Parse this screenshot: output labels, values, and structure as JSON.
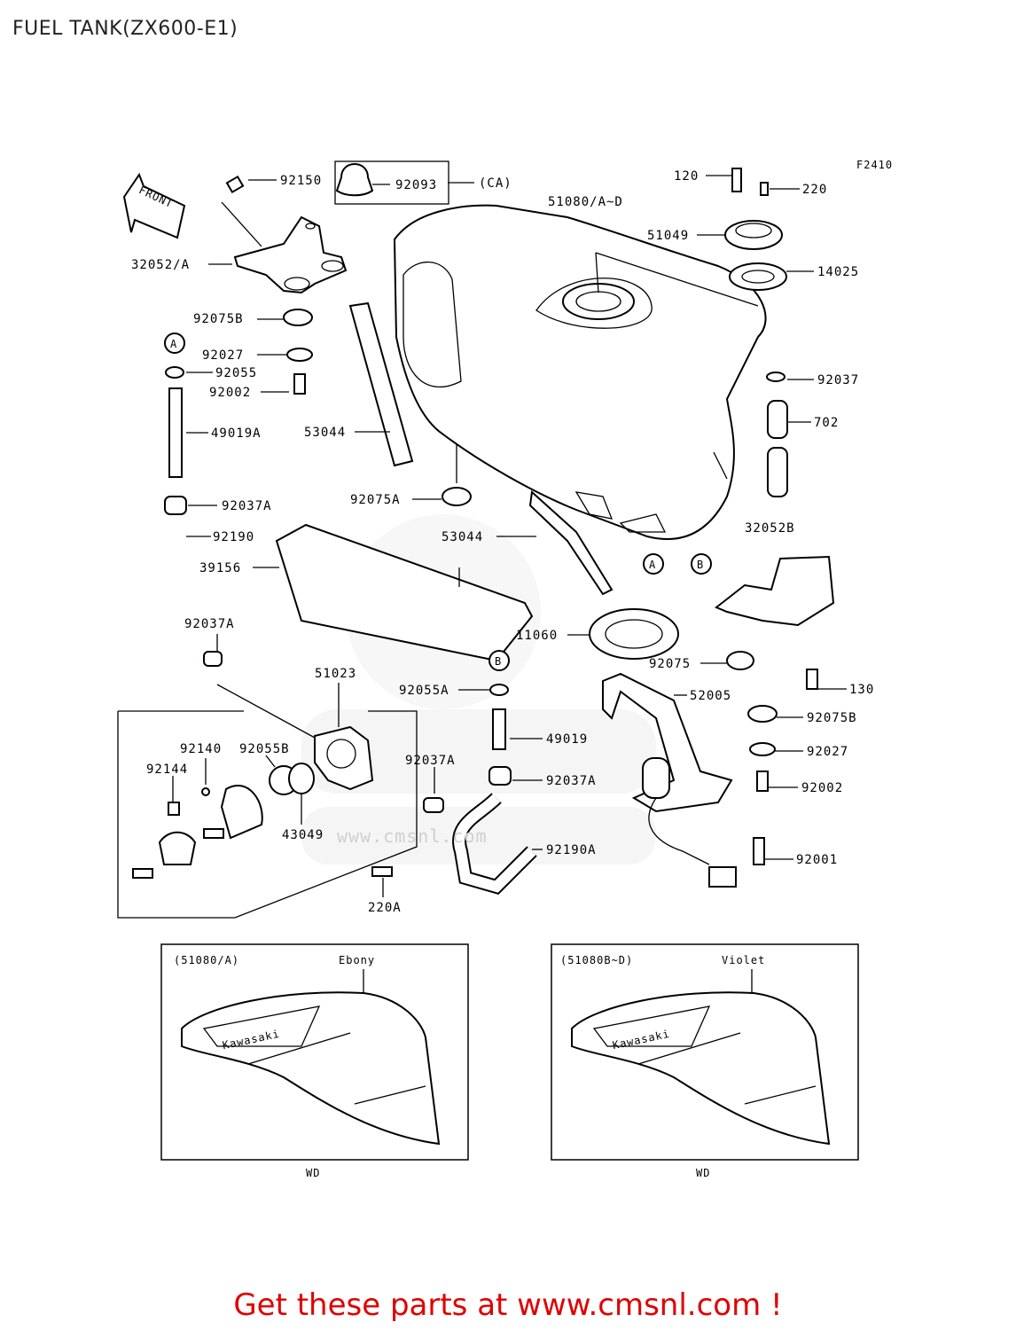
{
  "title": "FUEL TANK(ZX600-E1)",
  "figure_code": "F2410",
  "front_label": "FRONT",
  "callouts": {
    "p92150": "92150",
    "p92093": "92093",
    "ca": "(CA)",
    "p32052A": "32052/A",
    "p92075B_l": "92075B",
    "p92027_l": "92027",
    "p92055": "92055",
    "p92002_l": "92002",
    "p49019A": "49019A",
    "p53044_l": "53044",
    "p92037A_l1": "92037A",
    "p92190": "92190",
    "p39156": "39156",
    "p92037A_l2": "92037A",
    "p51023": "51023",
    "p92140": "92140",
    "p92055B": "92055B",
    "p92144": "92144",
    "p43049": "43049",
    "p92037A_m": "92037A",
    "p220A": "220A",
    "p92075A": "92075A",
    "p53044_r": "53044",
    "p11060": "11060",
    "p92055A": "92055A",
    "p49019": "49019",
    "p92037A_m2": "92037A",
    "p92190A": "92190A",
    "p120": "120",
    "p220": "220",
    "p51080": "51080/A~D",
    "p51049": "51049",
    "p14025": "14025",
    "p92037": "92037",
    "p702": "702",
    "p32052B": "32052B",
    "p92075_r": "92075",
    "p130": "130",
    "p52005": "52005",
    "p92075B_r": "92075B",
    "p92027_r": "92027",
    "p92002_r": "92002",
    "p92001": "92001"
  },
  "markers": {
    "A": "A",
    "B": "B"
  },
  "inset_left": {
    "code": "(51080/A)",
    "color": "Ebony",
    "brand": "Kawasaki",
    "market": "WD"
  },
  "inset_right": {
    "code": "(51080B~D)",
    "color": "Violet",
    "brand": "Kawasaki",
    "market": "WD"
  },
  "watermark": "www.cmsnl.com",
  "footer": "Get these parts at www.cmsnl.com !"
}
